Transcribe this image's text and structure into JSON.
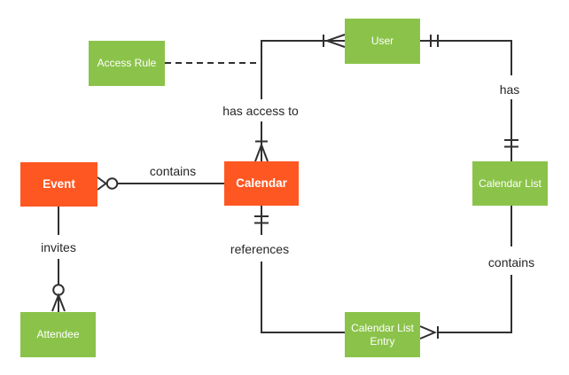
{
  "diagram": {
    "type": "entity-relationship",
    "colors": {
      "entity_green": "#8BC34A",
      "entity_orange": "#FF5722",
      "entity_text": "#FFFFFF",
      "line": "#303030",
      "label_text": "#262626",
      "background": "#FFFFFF"
    },
    "entities": [
      {
        "id": "access-rule",
        "label": "Access Rule",
        "fill": "#8BC34A"
      },
      {
        "id": "user",
        "label": "User",
        "fill": "#8BC34A"
      },
      {
        "id": "event",
        "label": "Event",
        "fill": "#FF5722"
      },
      {
        "id": "calendar",
        "label": "Calendar",
        "fill": "#FF5722"
      },
      {
        "id": "calendar-list",
        "label": "Calendar List",
        "fill": "#8BC34A"
      },
      {
        "id": "attendee",
        "label": "Attendee",
        "fill": "#8BC34A"
      },
      {
        "id": "calendar-list-entry",
        "label": "Calendar List Entry",
        "fill": "#8BC34A"
      }
    ],
    "relationships": [
      {
        "label": "contains",
        "from": "Calendar",
        "to": "Event",
        "event_end": "zero-or-many"
      },
      {
        "label": "has access to",
        "from": "User",
        "to": "Calendar",
        "user_end": "one-or-many",
        "calendar_end": "one-or-many"
      },
      {
        "label": "invites",
        "from": "Event",
        "to": "Attendee",
        "attendee_end": "zero-or-many"
      },
      {
        "label": "references",
        "from": "Calendar",
        "to": "Calendar List Entry",
        "calendar_end": "exactly-one"
      },
      {
        "label": "has",
        "from": "User",
        "to": "Calendar List",
        "user_end": "exactly-one",
        "calendar_list_end": "exactly-one"
      },
      {
        "label": "contains",
        "from": "Calendar List",
        "to": "Calendar List Entry",
        "entry_end": "one-or-many"
      },
      {
        "label": "",
        "from": "Access Rule",
        "to": "has-access-to-relationship",
        "style": "dashed"
      }
    ]
  }
}
